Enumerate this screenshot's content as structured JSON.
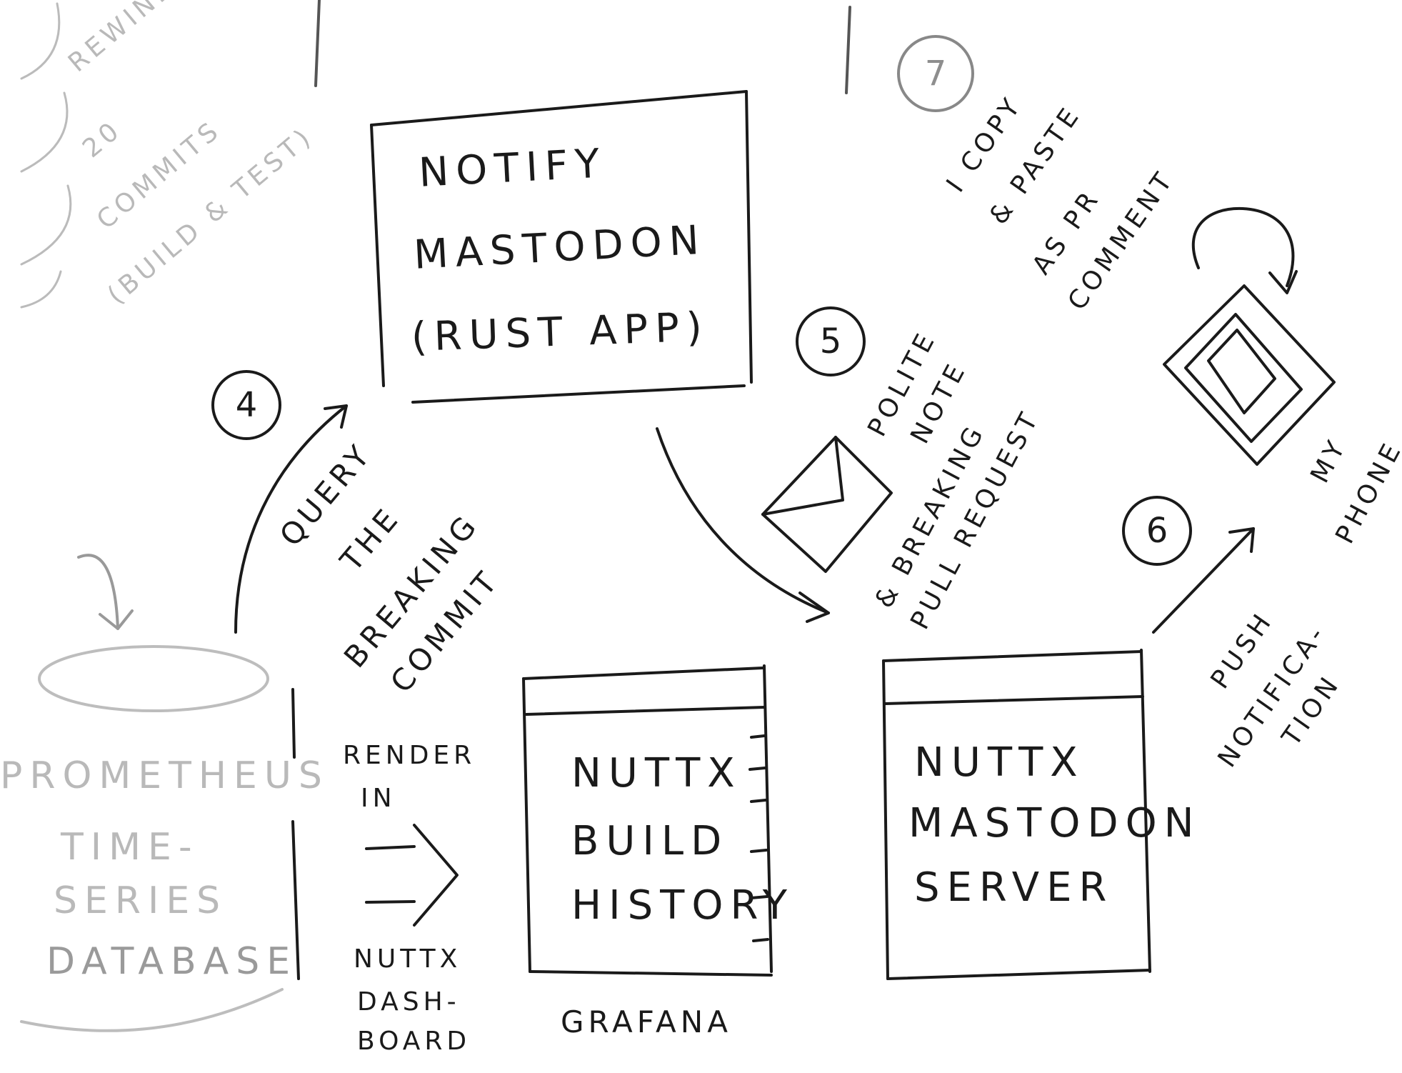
{
  "steps": [
    {
      "number": "4",
      "label_lines": [
        "QUERY",
        "THE",
        "BREAKING",
        "COMMIT"
      ]
    },
    {
      "number": "5",
      "label_lines": [
        "POLITE",
        "NOTE",
        "& BREAKING",
        "PULL REQUEST"
      ]
    },
    {
      "number": "6",
      "label_lines": [
        "PUSH",
        "NOTIFICA-",
        "TION"
      ]
    },
    {
      "number": "7",
      "label_lines": [
        "I COPY",
        "& PASTE",
        "AS PR",
        "COMMENT"
      ]
    }
  ],
  "notify_app": {
    "lines": [
      "NOTIFY",
      "MASTODON",
      "(RUST APP)"
    ]
  },
  "grafana": {
    "lines": [
      "NUTTX",
      "BUILD",
      "HISTORY"
    ],
    "caption": "GRAFANA"
  },
  "mastodon_server": {
    "lines": [
      "NUTTX",
      "MASTODON",
      "SERVER"
    ]
  },
  "database": {
    "lines": [
      "PROMETHEUS",
      "TIME-",
      "SERIES",
      "DATABASE"
    ]
  },
  "render_arrow": {
    "top_lines": [
      "RENDER",
      "IN"
    ],
    "bottom_lines": [
      "NUTTX",
      "DASH-",
      "BOARD"
    ]
  },
  "phone": {
    "lines": [
      "MY",
      "PHONE"
    ]
  },
  "faded_notes": {
    "lines": [
      "REWIND",
      "20",
      "COMMITS",
      "(BUILD & TEST)"
    ]
  },
  "colors": {
    "ink": "#1a1a1a",
    "faded": "#b9b9b9"
  }
}
